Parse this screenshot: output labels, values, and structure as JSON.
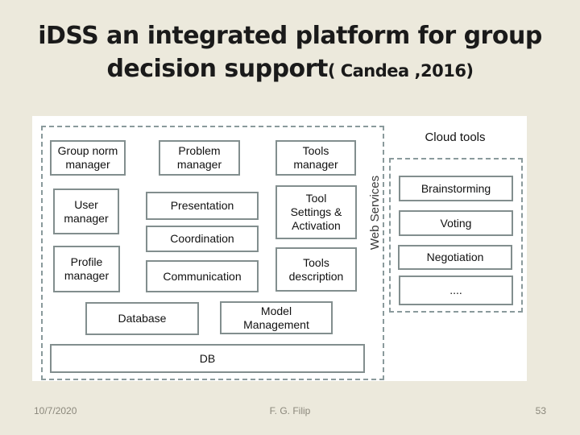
{
  "title": {
    "line1": "iDSS an integrated platform for group",
    "line2_main": "decision support",
    "line2_citation": "( Candea ,2016)"
  },
  "diagram": {
    "platform_boxes": {
      "group_norm_manager": "Group norm\nmanager",
      "problem_manager": "Problem\nmanager",
      "tools_manager": "Tools\nmanager",
      "user_manager": "User\nmanager",
      "presentation": "Presentation",
      "tool_settings_activation": "Tool\nSettings &\nActivation",
      "coordination": "Coordination",
      "profile_manager": "Profile\nmanager",
      "communication": "Communication",
      "tools_description": "Tools\ndescription",
      "database": "Database",
      "model_management": "Model\nManagement",
      "db": "DB"
    },
    "web_services_label": "Web Services",
    "cloud": {
      "label": "Cloud tools",
      "items": [
        "Brainstorming",
        "Voting",
        "Negotiation",
        "...."
      ]
    },
    "colors": {
      "slide_background": "#ECE9DC",
      "figure_background": "#FFFFFF",
      "box_border": "#828E8E",
      "dashed_border": "#8A9A9C",
      "title_text": "#1A1A1A",
      "footer_text": "#8B887C"
    }
  },
  "footer": {
    "date": "10/7/2020",
    "author": "F. G. Filip",
    "slide_number": "53"
  }
}
